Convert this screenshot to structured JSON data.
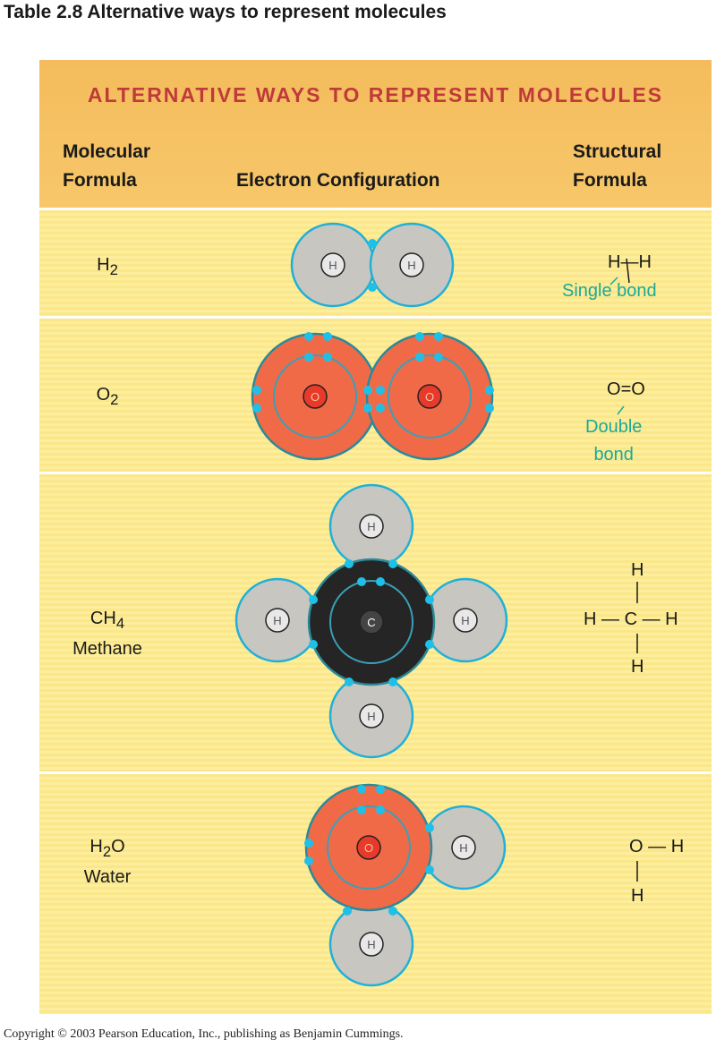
{
  "title": "Table 2.8  Alternative ways to represent molecules",
  "banner": "ALTERNATIVE WAYS TO REPRESENT MOLECULES",
  "columns": {
    "molecular": [
      "Molecular",
      "Formula"
    ],
    "electron": "Electron Configuration",
    "structural": [
      "Structural",
      "Formula"
    ]
  },
  "rows": [
    {
      "formula": "H",
      "sub": "2",
      "name": "",
      "struct_note": "Single bond"
    },
    {
      "formula": "O",
      "sub": "2",
      "name": "",
      "struct_note": [
        "Double",
        "bond"
      ]
    },
    {
      "formula": "CH",
      "sub": "4",
      "name": "Methane"
    },
    {
      "formula": "H",
      "sub": "2",
      "suffix": "O",
      "name": "Water"
    }
  ],
  "atoms": {
    "H": "H",
    "O": "O",
    "C": "C"
  },
  "bonds": {
    "single": "—",
    "double": "="
  },
  "colors": {
    "banner": "#bf3a3a",
    "teal": "#1aa99a",
    "oxygen": "#f06a48",
    "hydrogen": "#c8c6c0",
    "carbon": "#252525",
    "electron": "#1fc0e8"
  },
  "footer": "Copyright © 2003 Pearson Education, Inc., publishing as Benjamin Cummings."
}
